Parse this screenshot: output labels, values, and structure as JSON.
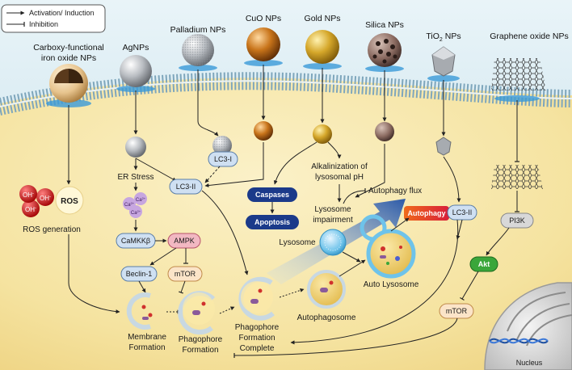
{
  "legend": {
    "activation": "Activation/ Induction",
    "inhibition": "Inhibition"
  },
  "nanoparticles": {
    "iron_oxide": [
      "Carboxy-functional",
      "iron oxide NPs"
    ],
    "ag": "AgNPs",
    "palladium": "Palladium NPs",
    "cuo": "CuO NPs",
    "gold": "Gold NPs",
    "silica": "Silica NPs",
    "tio2_main": "TiO",
    "tio2_sub": "2",
    "tio2_tail": " NPs",
    "graphene": "Graphene oxide NPs"
  },
  "ros": {
    "oh1": "OH",
    "oh2": "OH",
    "oh3": "OH",
    "minus": "-",
    "ros_label": "ROS",
    "generation": "ROS generation"
  },
  "ag_path": {
    "er_stress": "ER Stress",
    "ca": "Ca",
    "ca_sup": "2+",
    "camkk": "CaMKKβ",
    "ampk": "AMPK",
    "beclin": "Beclin-1",
    "mtor": "mTOR"
  },
  "lc3": {
    "lc3_1": "LC3-I",
    "lc3_2_left": "LC3-II",
    "lc3_2_right": "LC3-II"
  },
  "gold_path": {
    "alkalinization": [
      "Alkalinization of",
      "lysosomal pH"
    ],
    "caspases": "Caspases",
    "apoptosis": "Apoptosis"
  },
  "lysosome": {
    "impairment": [
      "Lysosome",
      "impairment"
    ],
    "autophagy_flux": "Autophagy flux",
    "lysosome": "Lysosome",
    "autophagy": "Autophagy",
    "auto_lysosome": "Auto Lysosome",
    "autophagosome": "Autophagosome"
  },
  "graphene_path": {
    "pi3k": "PI3K",
    "akt": "Akt",
    "mtor": "mTOR"
  },
  "stages": {
    "membrane": [
      "Membrane",
      "Formation"
    ],
    "phagophore": [
      "Phagophore",
      "Formation"
    ],
    "complete": [
      "Phagophore",
      "Formation",
      "Complete"
    ]
  },
  "nucleus": "Nucleus",
  "colors": {
    "cytoplasm": "#f7e6a6",
    "membrane": "#a9c6d6",
    "background": "#cfe6f0",
    "ampk": "#f2b8c2",
    "pill_blue": "#cfe0f2",
    "pill_dark": "#1b3a8a",
    "akt": "#3aa63a",
    "autophagy_badge": "#e03a2a"
  }
}
